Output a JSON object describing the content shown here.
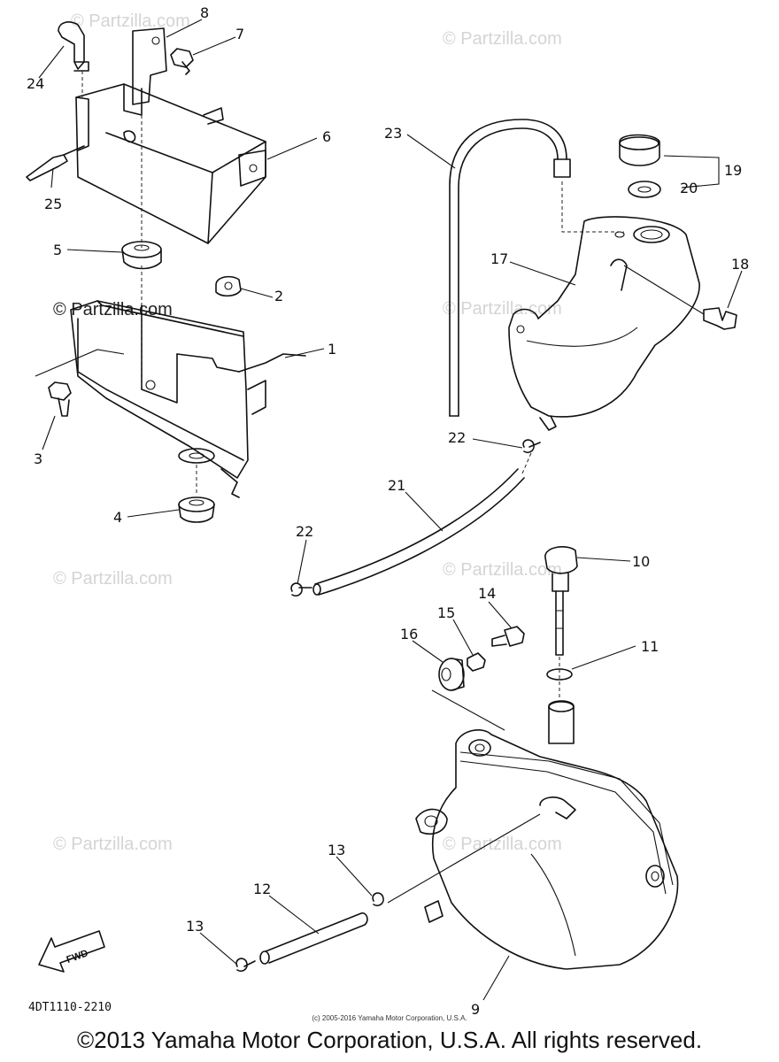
{
  "watermark": "© Partzilla.com",
  "diagram_code": "4DT1110-2210",
  "fwd_label": "FWD",
  "small_credit": "(c) 2005-2016 Yamaha Motor Corporation, U.S.A.",
  "copyright": "©2013 Yamaha Motor Corporation, U.S.A. All rights reserved.",
  "callouts": {
    "n1": "1",
    "n2": "2",
    "n3": "3",
    "n4": "4",
    "n5": "5",
    "n6": "6",
    "n7": "7",
    "n8": "8",
    "n9": "9",
    "n10": "10",
    "n11": "11",
    "n12": "12",
    "n13a": "13",
    "n13b": "13",
    "n14": "14",
    "n15": "15",
    "n16": "16",
    "n17": "17",
    "n18": "18",
    "n19": "19",
    "n20": "20",
    "n21": "21",
    "n22a": "22",
    "n22b": "22",
    "n23": "23",
    "n24": "24",
    "n25": "25"
  }
}
